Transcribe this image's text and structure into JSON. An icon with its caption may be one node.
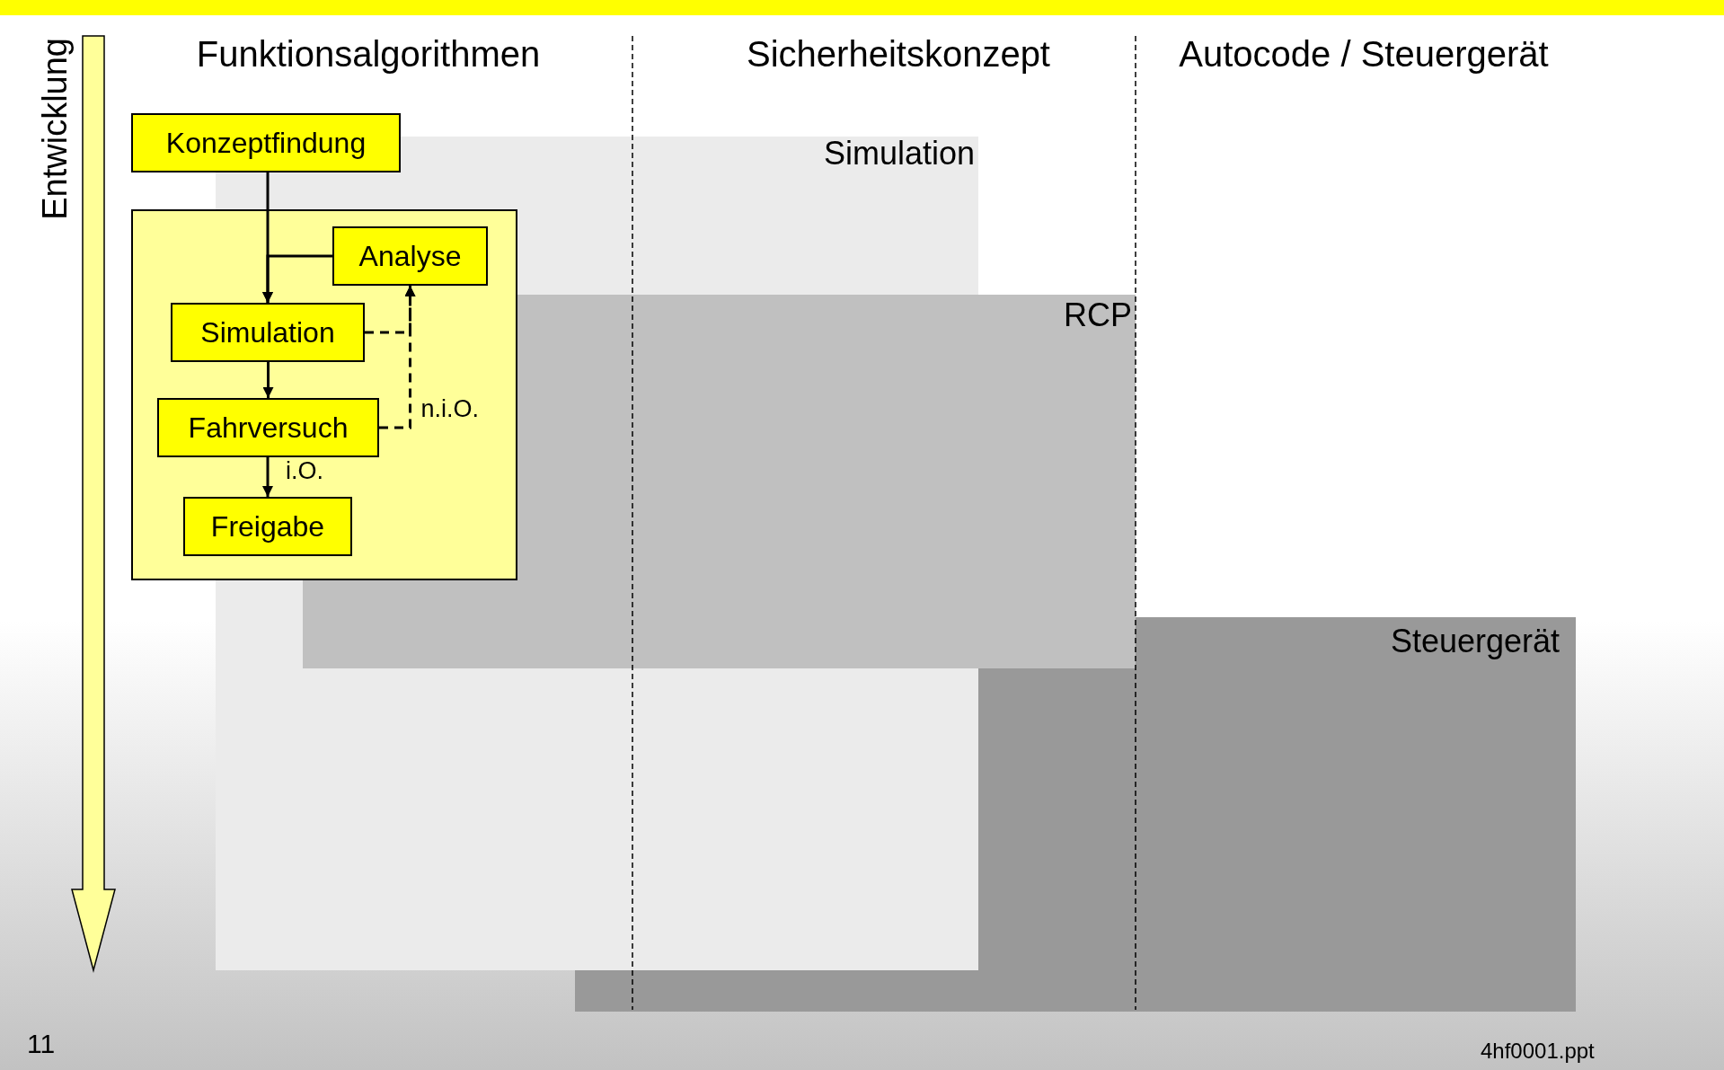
{
  "diagram": {
    "nodes": [
      {
        "text": [
          "Konzeptfindung"
        ]
      },
      {
        "text": [],
        "shape": "box"
      },
      {
        "text": [
          "Analyse"
        ],
        "in": 1
      },
      {
        "text": [
          "Simulation"
        ],
        "in": 1
      },
      {
        "text": [
          "Fahrversuch"
        ],
        "in": 1
      },
      {
        "text": [
          "Freigabe"
        ],
        "in": 1
      }
    ],
    "edges": [
      {
        "from": 0,
        "to": 3,
        "arrow": "to"
      },
      {
        "from": 2,
        "to": 3,
        "arrow": "to"
      },
      {
        "from": 3,
        "to": 4,
        "arrow": "to"
      },
      {
        "from": 3,
        "to": 2,
        "arrow": "to",
        "style": "dashed"
      },
      {
        "from": 4,
        "to": 2,
        "arrow": "to",
        "style": "dashed",
        "label": "n.i.O."
      },
      {
        "from": 4,
        "to": 5,
        "arrow": "to",
        "label": "i.O."
      }
    ],
    "labels": [
      "Entwicklung",
      "Funktionsalgorithmen",
      "Sicherheitskonzept",
      "Autocode / Steuergerät",
      "Simulation",
      "RCP",
      "Steuergerät",
      "11",
      "4hf0001.ppt"
    ]
  }
}
